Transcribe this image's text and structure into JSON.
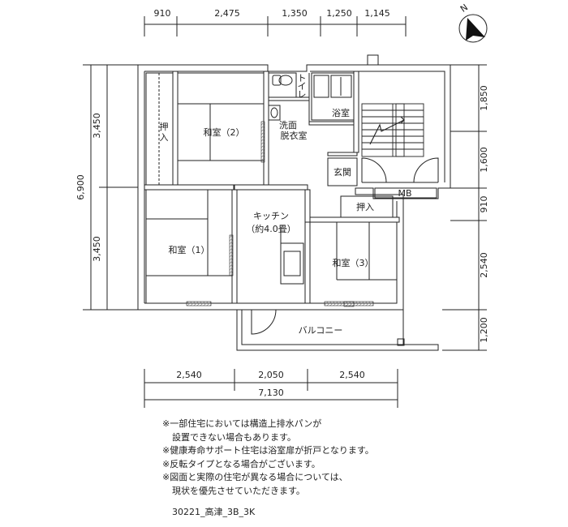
{
  "dimensions": {
    "top": [
      "910",
      "2,475",
      "1,350",
      "1,250",
      "1,145"
    ],
    "left_total": "6,900",
    "left": [
      "3,450",
      "3,450"
    ],
    "right": [
      "1,850",
      "1,600",
      "910",
      "2,540",
      "1,200"
    ],
    "bottom": [
      "2,540",
      "2,050",
      "2,540"
    ],
    "bottom_total": "7,130"
  },
  "compass": {
    "label": "N"
  },
  "rooms": {
    "oshiire_1": "押入",
    "washitsu_2": "和室（2）",
    "toilet": "トイレ",
    "bathroom": "浴室",
    "senmen": "洗面",
    "datsuijo": "脱衣室",
    "genkan": "玄関",
    "mb": "MB",
    "oshiire_2": "押入",
    "kitchen": "キッチン",
    "kitchen_size": "（約4.0畳）",
    "washitsu_1": "和室（1）",
    "washitsu_3": "和室（3）",
    "balcony": "バルコニー"
  },
  "notes": [
    "※一部住宅においては構造上排水パンが",
    "設置できない場合もあります。",
    "※健康寿命サポート住宅は浴室扉が折戸となります。",
    "※反転タイプとなる場合がございます。",
    "※図面と実際の住宅が異なる場合については、",
    "現状を優先させていただきます。"
  ],
  "code": "30221_高津_3B_3K"
}
